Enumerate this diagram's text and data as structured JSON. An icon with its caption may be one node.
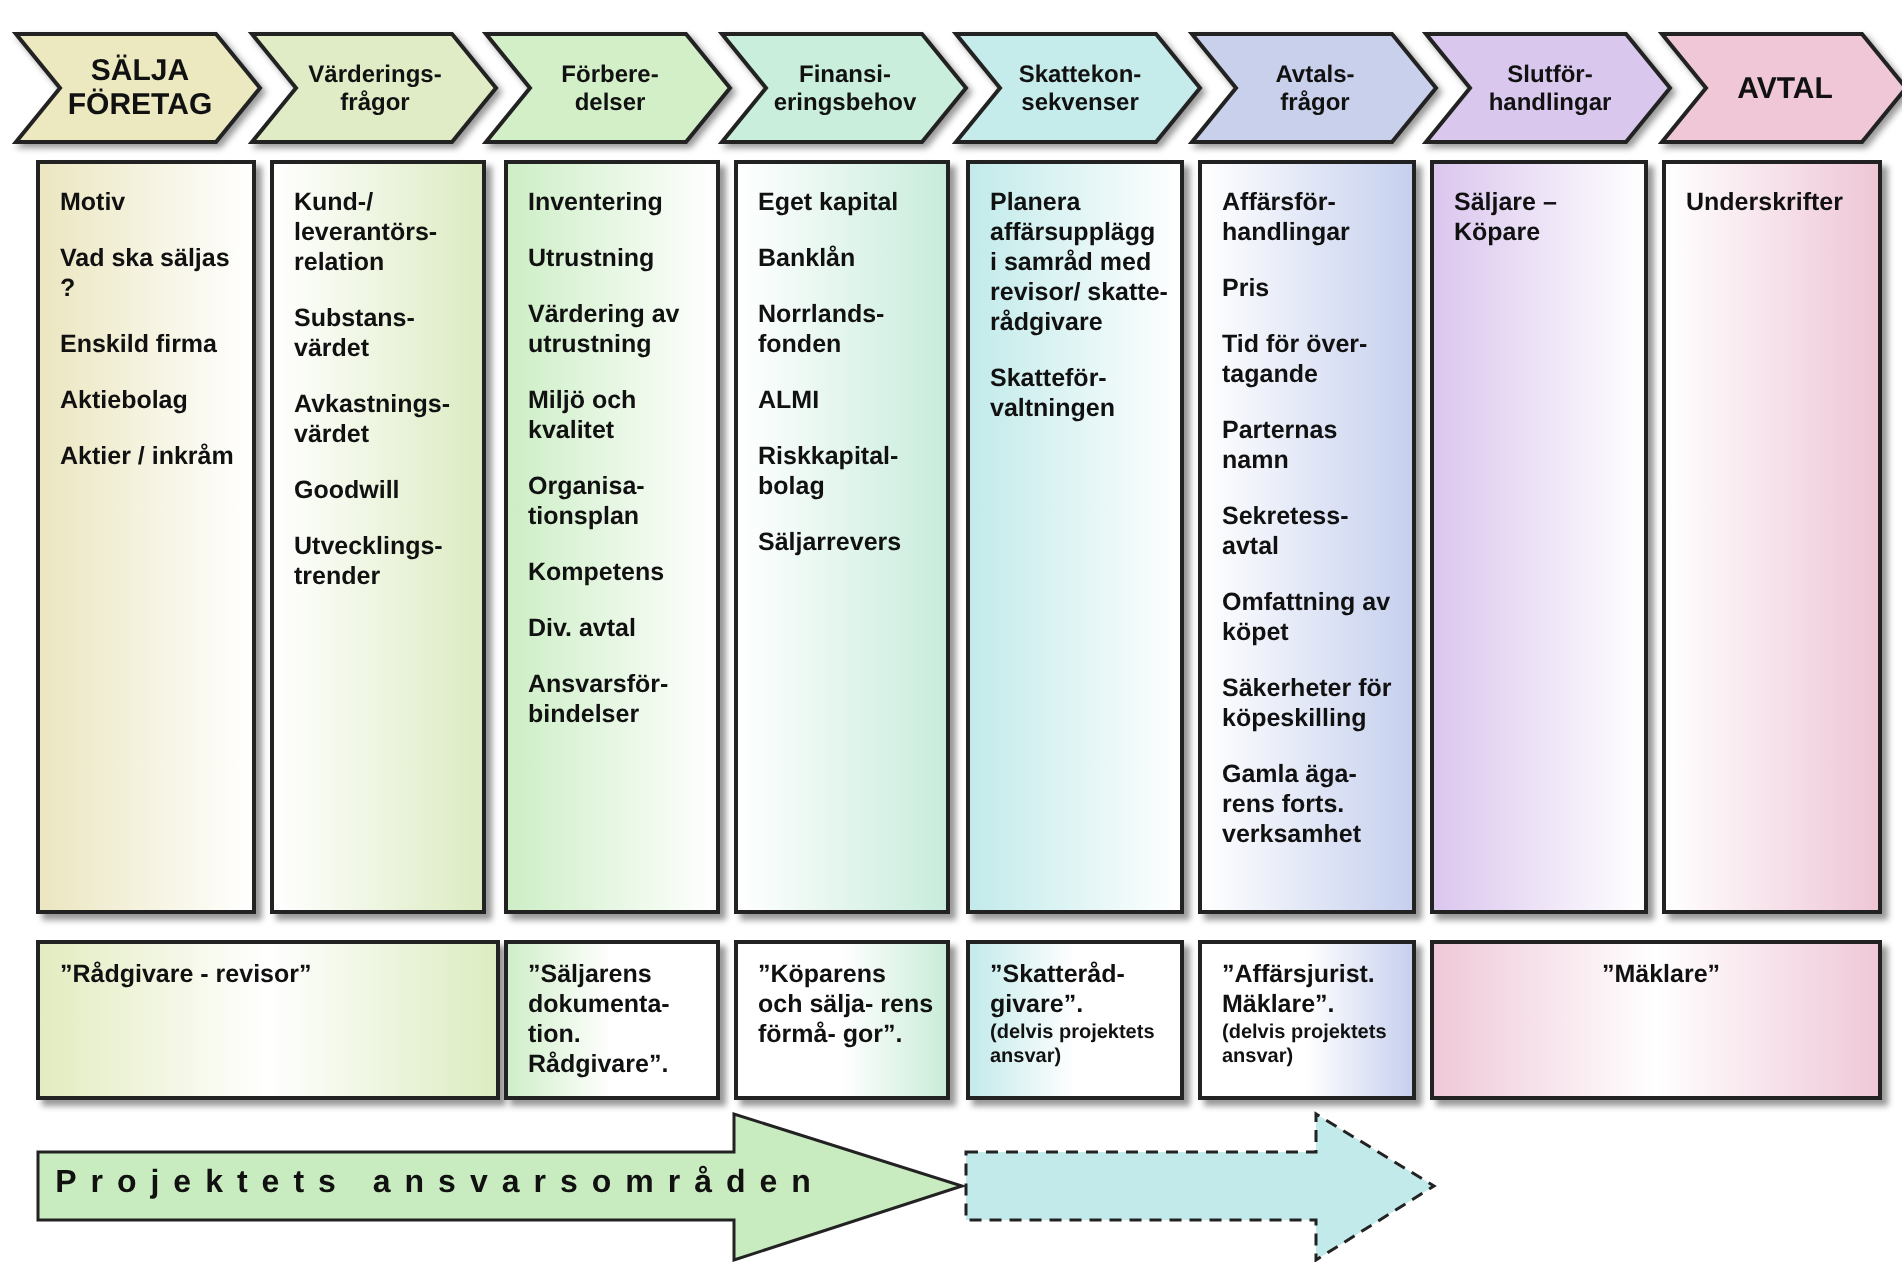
{
  "diagram": {
    "nodes": [
      {
        "text": [
          "SÄLJA FÖRETAG"
        ]
      },
      {
        "text": [
          "Värderings- frågor"
        ]
      },
      {
        "text": [
          "Förbere- delser"
        ]
      },
      {
        "text": [
          "Finansi- eringsbehov"
        ]
      },
      {
        "text": [
          "Skattekon- sekvenser"
        ]
      },
      {
        "text": [
          "Avtals- frågor"
        ]
      },
      {
        "text": [
          "Slutför- handlingar"
        ]
      },
      {
        "text": [
          "AVTAL"
        ]
      },
      {
        "text": [
          "Motiv",
          "Vad ska säljas ?",
          "Enskild firma",
          "Aktiebolag",
          "Aktier / inkråm"
        ]
      },
      {
        "text": [
          "Kund-/ leverantörs- relation",
          "Substans- värdet",
          "Avkastnings- värdet",
          "Goodwill",
          "Utvecklings- trender"
        ]
      },
      {
        "text": [
          "Inventering",
          "Utrustning",
          "Värdering av utrustning",
          "Miljö och kvalitet",
          "Organisa- tionsplan",
          "Kompetens",
          "Div. avtal",
          "Ansvarsför- bindelser"
        ]
      },
      {
        "text": [
          "Eget kapital",
          "Banklån",
          "Norrlands- fonden",
          "ALMI",
          "Riskkapital- bolag",
          "Säljarrevers"
        ]
      },
      {
        "text": [
          "Planera affärsupplägg i samråd med revisor/ skatte- rådgivare",
          "Skatteför- valtningen"
        ]
      },
      {
        "text": [
          "Affärsför- handlingar",
          "Pris",
          "Tid för över- tagande",
          "Parternas namn",
          "Sekretess- avtal",
          "Omfattning av köpet",
          "Säkerheter för köpeskilling",
          "Gamla äga- rens forts. verksamhet"
        ]
      },
      {
        "text": [
          "Säljare – Köpare"
        ]
      },
      {
        "text": [
          "Underskrifter"
        ]
      },
      {
        "text": [
          "”Rådgivare - revisor”"
        ]
      },
      {
        "text": [
          "”Säljarens dokumenta- tion. Rådgivare”."
        ]
      },
      {
        "text": [
          "”Köparens och sälja- rens förmå- gor”."
        ]
      },
      {
        "text": [
          "”Skatteråd- givare”.",
          "(delvis projektets ansvar)"
        ]
      },
      {
        "text": [
          "”Affärsjurist. Mäklare”.",
          "(delvis projektets ansvar)"
        ]
      },
      {
        "text": [
          "”Mäklare”"
        ]
      },
      {
        "text": [
          "Projektets ansvarsområden"
        ]
      },
      {
        "text": [],
        "shape": "arrow"
      }
    ]
  }
}
